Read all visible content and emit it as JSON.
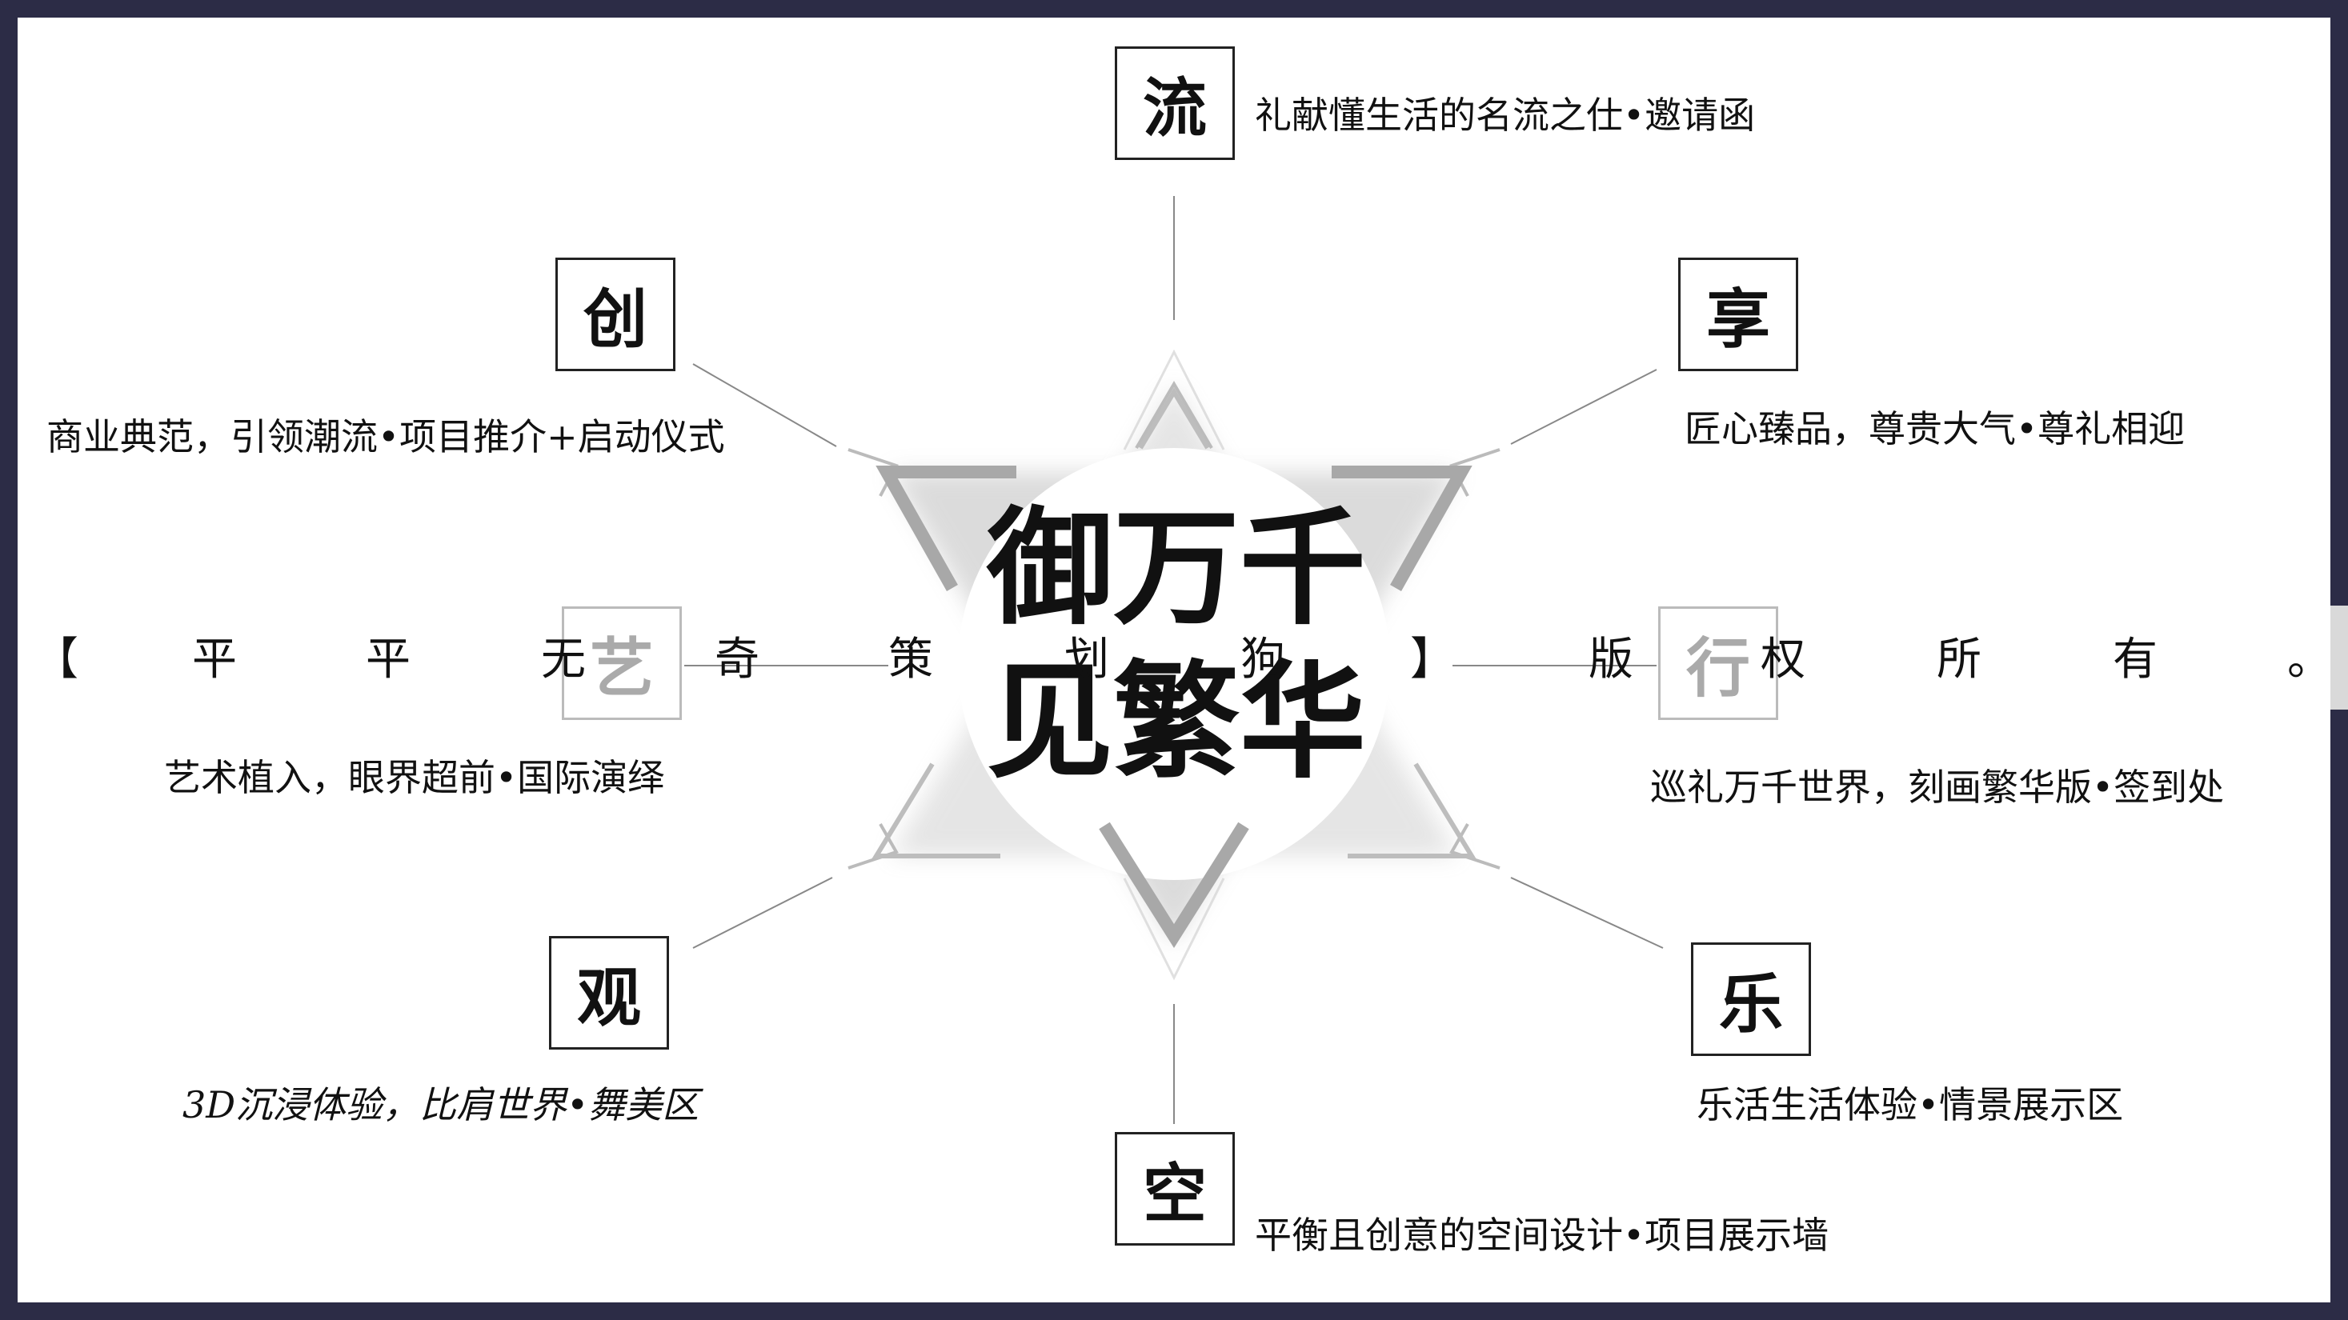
{
  "center": {
    "line1": "御万千",
    "line2": "见繁华"
  },
  "nodes": {
    "liu": {
      "char": "流",
      "desc": "礼献懂生活的名流之仕•邀请函"
    },
    "xiang": {
      "char": "享",
      "desc": "匠心臻品，尊贵大气•尊礼相迎"
    },
    "xing": {
      "char": "行",
      "desc": "巡礼万千世界，刻画繁华版•签到处"
    },
    "le": {
      "char": "乐",
      "desc": "乐活生活体验•情景展示区"
    },
    "kong": {
      "char": "空",
      "desc": "平衡且创意的空间设计•项目展示墙"
    },
    "guan": {
      "char": "观",
      "desc": "3D沉浸体验，比肩世界•舞美区"
    },
    "yi": {
      "char": "艺",
      "desc": "艺术植入，眼界超前•国际演绎"
    },
    "chuang": {
      "char": "创",
      "desc": "商业典范，引领潮流•项目推介+启动仪式"
    }
  },
  "watermark": [
    "【",
    "平",
    "平",
    "无",
    "奇",
    "策",
    "划",
    "狗",
    "】",
    "版",
    "权",
    "所",
    "有",
    "。"
  ],
  "colors": {
    "frame": "#2c2c46",
    "background": "#ffffff",
    "band": "#d9d9d9",
    "text": "#111111"
  }
}
